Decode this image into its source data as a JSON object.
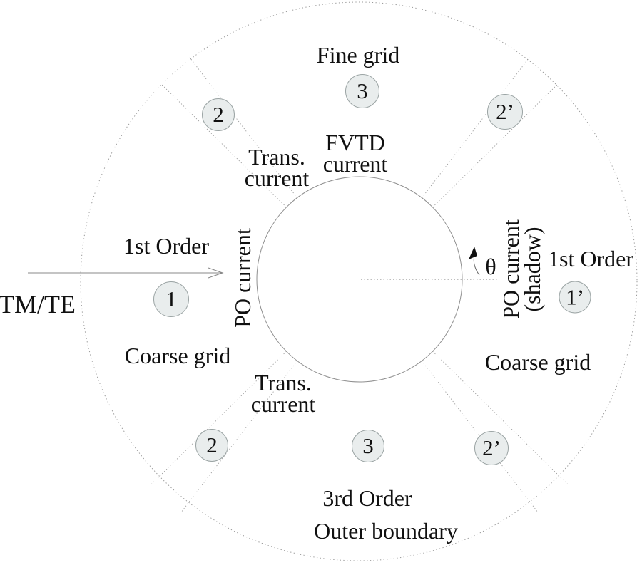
{
  "diagram": {
    "incident": {
      "mode": "TM/TE"
    },
    "angle": {
      "theta": "θ"
    },
    "labels": {
      "fine_grid": "Fine grid",
      "coarse_grid": "Coarse grid",
      "first_order": "1st Order",
      "third_order": "3rd Order",
      "outer_boundary": "Outer boundary",
      "fvtd": {
        "line1": "FVTD",
        "line2": "current"
      },
      "trans": {
        "line1": "Trans.",
        "line2": "current"
      },
      "po_current": "PO current",
      "po_shadow": {
        "line1": "PO current",
        "line2": "(shadow)"
      }
    },
    "badges": {
      "b1": "1",
      "b1s": "1’",
      "b2": "2",
      "b2s": "2’",
      "b3": "3"
    },
    "colors": {
      "line": "#919191",
      "text": "#101010",
      "badge_fill": "#e9eded",
      "badge_border": "#9ba4a4"
    }
  }
}
